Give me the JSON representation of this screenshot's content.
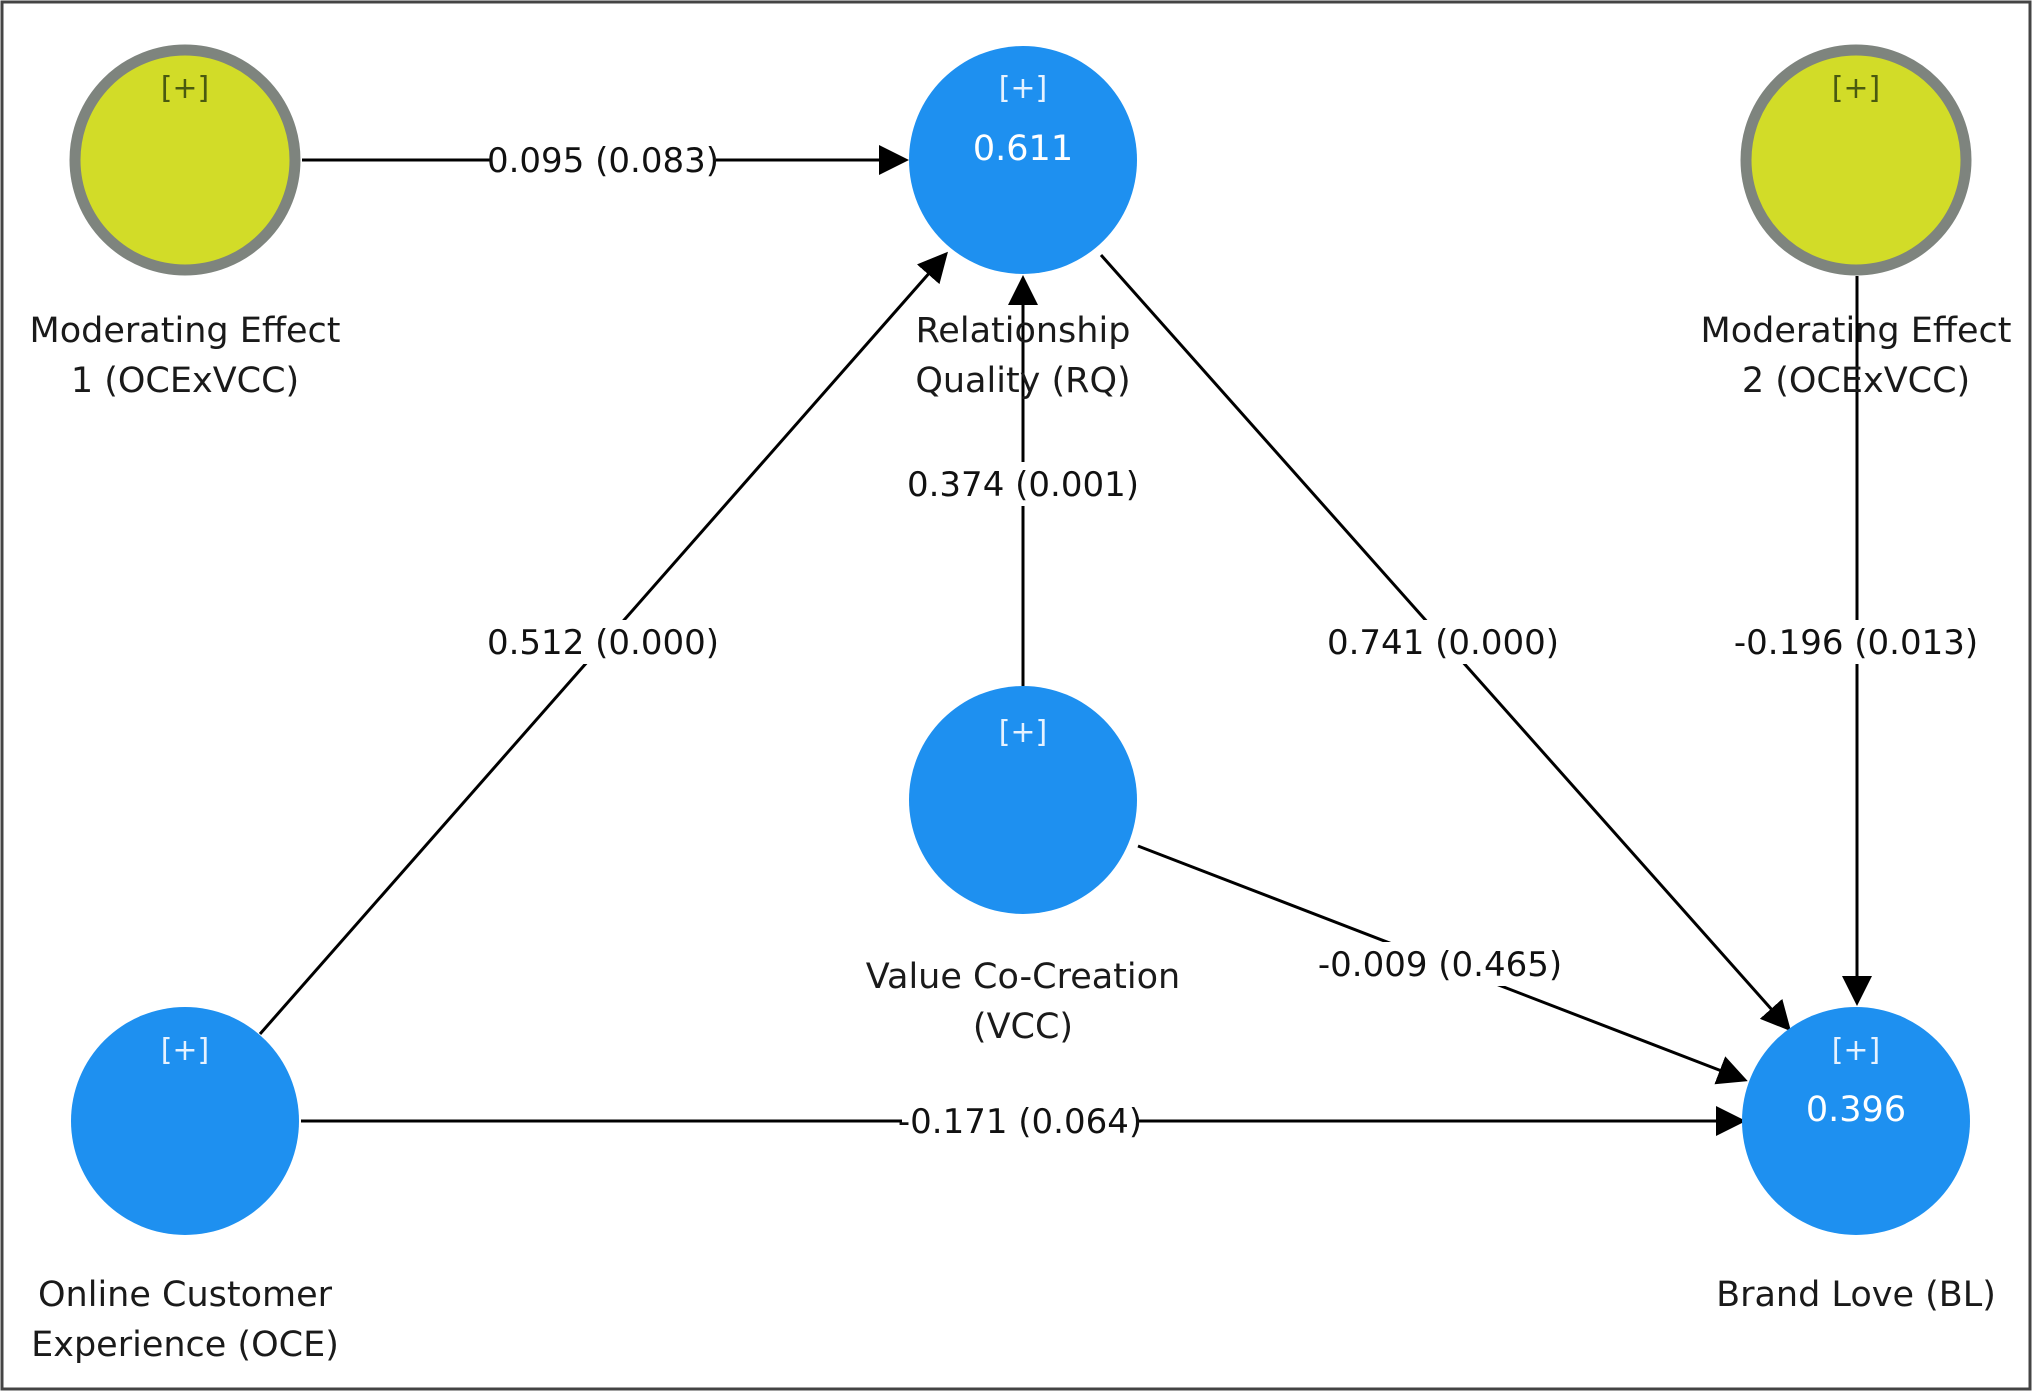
{
  "colors": {
    "latent": "#1E90F0",
    "moderator_fill": "#D2DC28",
    "moderator_ring": "#7E847E",
    "toggle_on_blue": "#E6F2FF",
    "toggle_on_yellow": "#4A5A10",
    "value_text": "#FFFFFF",
    "edge": "#000000",
    "frame": "#444444"
  },
  "nodes": {
    "me1": {
      "toggle": "[+]",
      "label_line1": "Moderating Effect",
      "label_line2": "1 (OCExVCC)",
      "r2": ""
    },
    "rq": {
      "toggle": "[+]",
      "label_line1": "Relationship",
      "label_line2": "Quality (RQ)",
      "r2": "0.611"
    },
    "me2": {
      "toggle": "[+]",
      "label_line1": "Moderating Effect",
      "label_line2": "2 (OCExVCC)",
      "r2": ""
    },
    "vcc": {
      "toggle": "[+]",
      "label_line1": "Value Co-Creation",
      "label_line2": "(VCC)",
      "r2": ""
    },
    "oce": {
      "toggle": "[+]",
      "label_line1": "Online Customer",
      "label_line2": "Experience (OCE)",
      "r2": ""
    },
    "bl": {
      "toggle": "[+]",
      "label_line1": "Brand Love (BL)",
      "label_line2": "",
      "r2": "0.396"
    }
  },
  "paths": {
    "me1_rq": "0.095 (0.083)",
    "vcc_rq": "0.374 (0.001)",
    "oce_rq": "0.512 (0.000)",
    "rq_bl": "0.741 (0.000)",
    "me2_bl": "-0.196 (0.013)",
    "vcc_bl": "-0.009 (0.465)",
    "oce_bl": "-0.171 (0.064)"
  }
}
